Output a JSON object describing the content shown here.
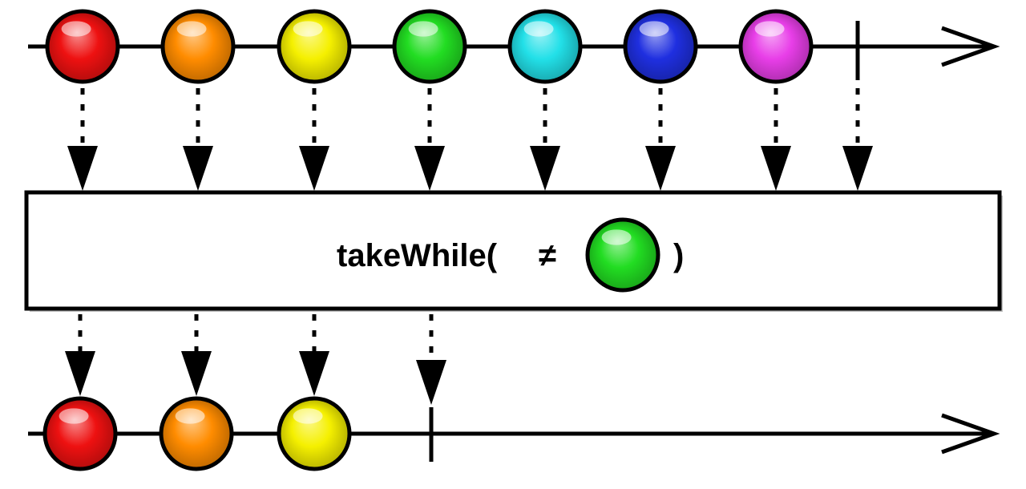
{
  "operator": {
    "name_prefix": "takeWhile(",
    "symbol": "≠",
    "close": ")",
    "predicate_marble": {
      "color_name": "green",
      "color": "#22dd22"
    }
  },
  "input_stream": {
    "marbles": [
      {
        "color_name": "red",
        "color": "#ee1111"
      },
      {
        "color_name": "orange",
        "color": "#ff8c00"
      },
      {
        "color_name": "yellow",
        "color": "#f5f000"
      },
      {
        "color_name": "green",
        "color": "#22dd22"
      },
      {
        "color_name": "cyan",
        "color": "#22e0e8"
      },
      {
        "color_name": "blue",
        "color": "#1f2fe0"
      },
      {
        "color_name": "magenta",
        "color": "#e83ee8"
      }
    ],
    "completed": true
  },
  "output_stream": {
    "marbles": [
      {
        "color_name": "red",
        "color": "#ee1111"
      },
      {
        "color_name": "orange",
        "color": "#ff8c00"
      },
      {
        "color_name": "yellow",
        "color": "#f5f000"
      }
    ],
    "completed": true
  }
}
